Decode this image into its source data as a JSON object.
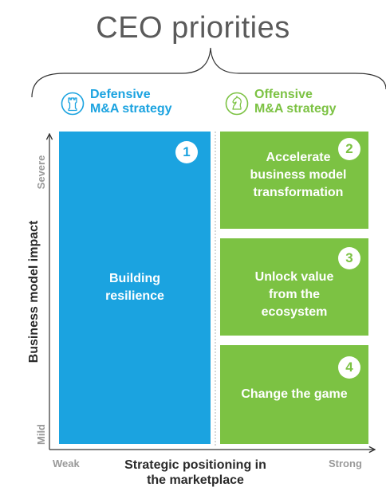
{
  "title": "CEO priorities",
  "categories": {
    "defensive": {
      "line1": "Defensive",
      "line2": "M&A strategy",
      "icon": "rook-chess-icon"
    },
    "offensive": {
      "line1": "Offensive",
      "line2": "M&A strategy",
      "icon": "knight-chess-icon"
    }
  },
  "quadrants": [
    {
      "number": "1",
      "label": "Building resilience"
    },
    {
      "number": "2",
      "label": "Accelerate business model transformation"
    },
    {
      "number": "3",
      "label": "Unlock value from the ecosystem"
    },
    {
      "number": "4",
      "label": "Change the game"
    }
  ],
  "axes": {
    "y_title": "Business model impact",
    "y_high": "Severe",
    "y_low": "Mild",
    "x_title": "Strategic positioning in the marketplace",
    "x_low": "Weak",
    "x_high": "Strong"
  },
  "colors": {
    "defensive": "#1ba3e0",
    "offensive": "#7cc243",
    "text": "#2a2a2a",
    "muted": "#9a9a9a"
  }
}
